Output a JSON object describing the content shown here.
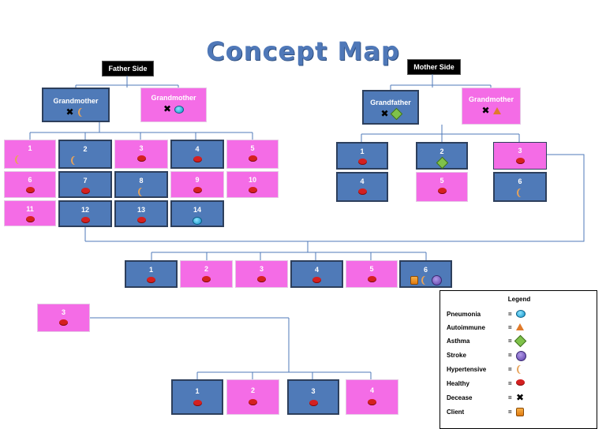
{
  "title": "Concept Map",
  "father_side_label": "Father Side",
  "mother_side_label": "Mother Side",
  "grandparents": [
    {
      "id": "fgm",
      "name": "Grandmother",
      "icons": [
        "decease-icon",
        "hypertensive-icon"
      ],
      "color": "blue"
    },
    {
      "id": "fgm2",
      "name": "Grandmother",
      "icons": [
        "decease-icon",
        "pneumonia-icon"
      ],
      "color": "pink"
    },
    {
      "id": "mgf",
      "name": "Grandfather",
      "icons": [
        "decease-icon",
        "asthma-icon"
      ],
      "color": "blue"
    },
    {
      "id": "mgm",
      "name": "Grandmother",
      "icons": [
        "decease-icon",
        "autoimmune-icon"
      ],
      "color": "pink"
    }
  ],
  "father_children": [
    {
      "n": "1",
      "color": "pink",
      "icons": [
        "hypertensive-icon"
      ]
    },
    {
      "n": "2",
      "color": "blue",
      "icons": [
        "hypertensive-icon"
      ]
    },
    {
      "n": "3",
      "color": "pink",
      "icons": [
        "healthy-icon"
      ]
    },
    {
      "n": "4",
      "color": "blue",
      "icons": [
        "healthy-icon"
      ]
    },
    {
      "n": "5",
      "color": "pink",
      "icons": [
        "healthy-icon"
      ]
    },
    {
      "n": "6",
      "color": "pink",
      "icons": [
        "healthy-icon"
      ]
    },
    {
      "n": "7",
      "color": "blue",
      "icons": [
        "healthy-icon"
      ]
    },
    {
      "n": "8",
      "color": "blue",
      "icons": [
        "hypertensive-icon"
      ]
    },
    {
      "n": "9",
      "color": "pink",
      "icons": [
        "healthy-icon"
      ]
    },
    {
      "n": "10",
      "color": "pink",
      "icons": [
        "healthy-icon"
      ]
    },
    {
      "n": "11",
      "color": "pink",
      "icons": [
        "healthy-icon"
      ]
    },
    {
      "n": "12",
      "color": "blue",
      "icons": [
        "healthy-icon"
      ]
    },
    {
      "n": "13",
      "color": "blue",
      "icons": [
        "healthy-icon"
      ]
    },
    {
      "n": "14",
      "color": "blue",
      "icons": [
        "pneumonia-icon"
      ]
    }
  ],
  "mother_children": [
    {
      "n": "1",
      "color": "blue",
      "icons": [
        "healthy-icon"
      ]
    },
    {
      "n": "2",
      "color": "blue",
      "icons": [
        "asthma-icon"
      ]
    },
    {
      "n": "3",
      "color": "pink",
      "icons": [
        "healthy-icon"
      ]
    },
    {
      "n": "4",
      "color": "blue",
      "icons": [
        "healthy-icon"
      ]
    },
    {
      "n": "5",
      "color": "pink",
      "icons": [
        "healthy-icon"
      ]
    },
    {
      "n": "6",
      "color": "blue",
      "icons": [
        "hypertensive-icon"
      ]
    }
  ],
  "siblings": [
    {
      "n": "1",
      "color": "blue",
      "icons": [
        "healthy-icon"
      ]
    },
    {
      "n": "2",
      "color": "pink",
      "icons": [
        "healthy-icon"
      ]
    },
    {
      "n": "3",
      "color": "pink",
      "icons": [
        "healthy-icon"
      ]
    },
    {
      "n": "4",
      "color": "blue",
      "icons": [
        "healthy-icon"
      ]
    },
    {
      "n": "5",
      "color": "pink",
      "icons": [
        "healthy-icon"
      ]
    },
    {
      "n": "6",
      "color": "blue",
      "icons": [
        "client-icon",
        "hypertensive-icon",
        "stroke-icon"
      ]
    }
  ],
  "spouse": {
    "n": "3",
    "color": "pink",
    "icons": [
      "healthy-icon"
    ]
  },
  "client_children": [
    {
      "n": "1",
      "color": "blue",
      "icons": [
        "healthy-icon"
      ]
    },
    {
      "n": "2",
      "color": "pink",
      "icons": [
        "healthy-icon"
      ]
    },
    {
      "n": "3",
      "color": "blue",
      "icons": [
        "healthy-icon"
      ]
    },
    {
      "n": "4",
      "color": "pink",
      "icons": [
        "healthy-icon"
      ]
    }
  ],
  "legend": {
    "title": "Legend",
    "items": [
      {
        "label": "Pneumonia",
        "eq": "=",
        "icon": "pneumonia-icon"
      },
      {
        "label": "Autoimmune",
        "eq": "=",
        "icon": "autoimmune-icon"
      },
      {
        "label": "Asthma",
        "eq": "=",
        "icon": "asthma-icon"
      },
      {
        "label": "Stroke",
        "eq": "=",
        "icon": "stroke-icon"
      },
      {
        "label": "Hypertensive",
        "eq": "=",
        "icon": "hypertensive-icon"
      },
      {
        "label": "Healthy",
        "eq": "=",
        "icon": "healthy-icon"
      },
      {
        "label": "Decease",
        "eq": "=",
        "icon": "decease-icon"
      },
      {
        "label": "Client",
        "eq": "=",
        "icon": "client-icon"
      }
    ]
  },
  "colors": {
    "blue": "#4f7ab8",
    "pink": "#f46ce6",
    "title": "#4f78b8"
  }
}
